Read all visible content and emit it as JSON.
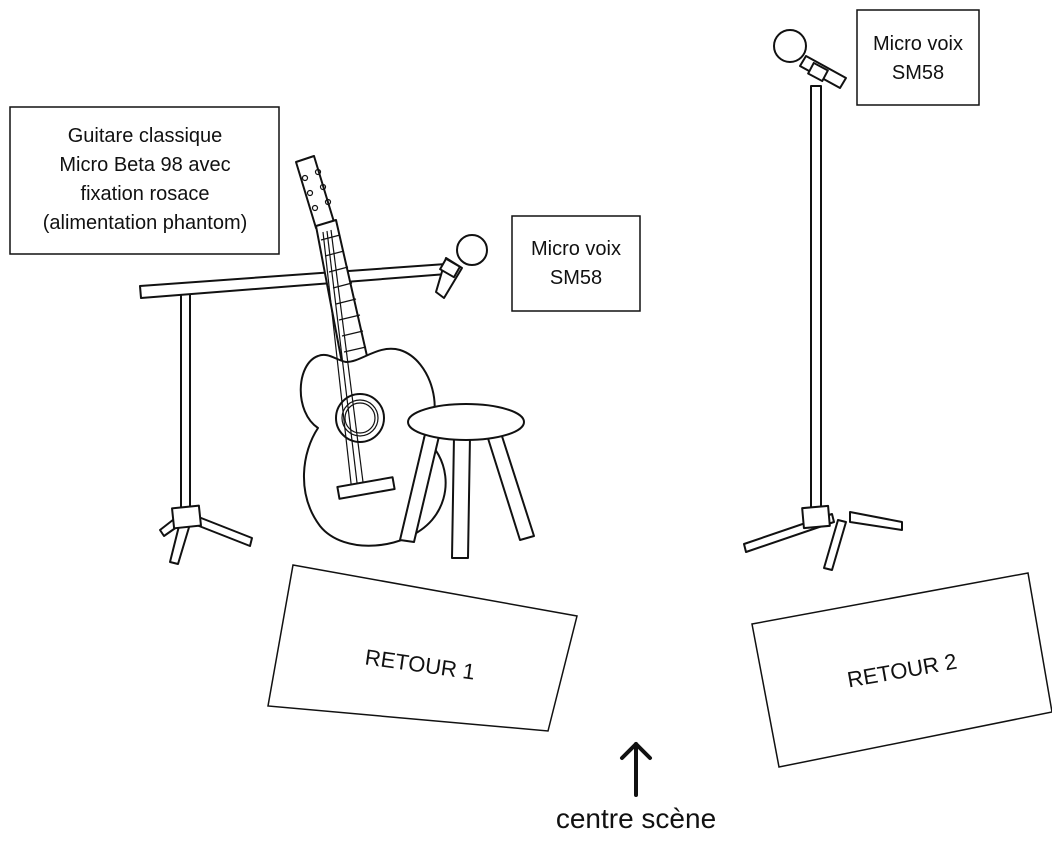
{
  "labels": {
    "guitar_line1": "Guitare classique",
    "guitar_line2": "Micro Beta 98 avec",
    "guitar_line3": "fixation rosace",
    "guitar_line4": "(alimentation phantom)",
    "mic_left_line1": "Micro voix",
    "mic_left_line2": "SM58",
    "mic_right_line1": "Micro voix",
    "mic_right_line2": "SM58",
    "retour1": "RETOUR 1",
    "retour2": "RETOUR 2",
    "center": "centre scène"
  },
  "icons": {
    "mic_stand_boom": "boom-mic-stand-icon",
    "mic_stand_straight": "straight-mic-stand-icon",
    "guitar": "classical-guitar-icon",
    "stool": "stool-icon",
    "arrow": "arrow-up-icon"
  }
}
